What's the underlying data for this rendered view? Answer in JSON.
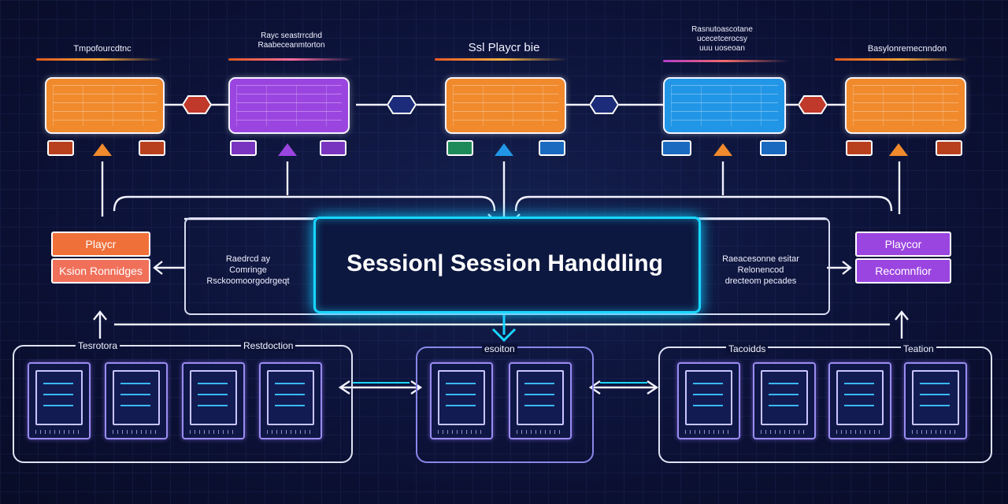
{
  "title": "Session| Session Handdling",
  "top_headers": [
    {
      "text": "Tmpofourcdtnc"
    },
    {
      "text": "Rayc seastrrcdnd\nRaabeceanmtorton"
    },
    {
      "text": "Ssl Playcr bie"
    },
    {
      "text": "Rasnutoascotane\nucecetcerocsy\nuuu uoseoan"
    },
    {
      "text": "Basylonremecnndon"
    }
  ],
  "left_side": {
    "label": "Raedrcd ay\nComringe\nRsckoomoorgodrgeqt",
    "pill_top": "Playcr",
    "pill_bottom": "Ksion Ronnidges"
  },
  "right_side": {
    "label": "Raeacesonne esitar\nRelonencod\ndrecteom pecades",
    "pill_top": "Playcor",
    "pill_bottom": "Recomnfior"
  },
  "bottom_groups": [
    {
      "label_a": "Tesrotora",
      "label_b": "Restdoction"
    },
    {
      "label_a": "esoiton",
      "label_b": ""
    },
    {
      "label_a": "Tacoidds",
      "label_b": "Teation"
    }
  ],
  "colors": {
    "orange": "#f08a2c",
    "purple": "#9b45e0",
    "blue": "#2296e6",
    "cyan": "#18d6ff",
    "red_hex": "#c0392b",
    "navy_hex": "#1c2c7a"
  }
}
